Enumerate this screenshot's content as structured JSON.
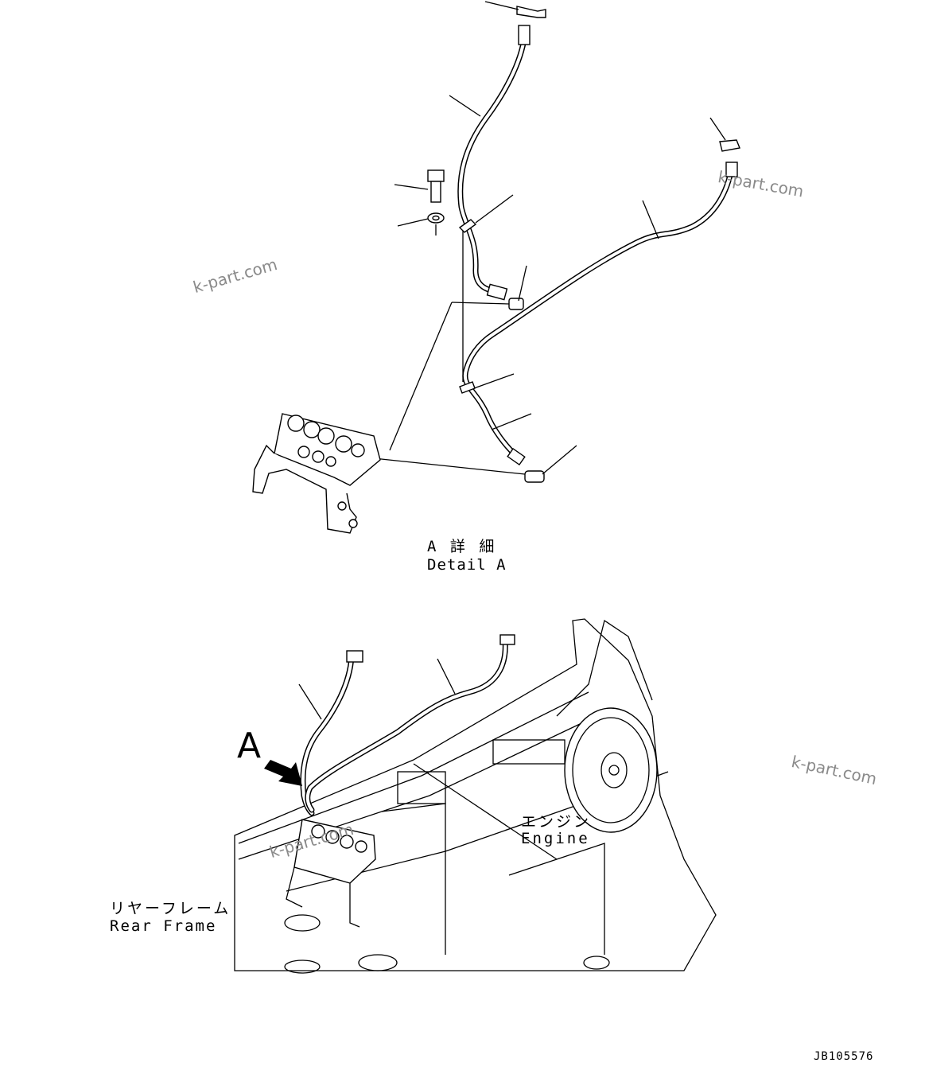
{
  "detail_view": {
    "title_jp": "A 詳 細",
    "title_en": "Detail A"
  },
  "overview": {
    "view_marker": "A",
    "engine_label_jp": "エンジン",
    "engine_label_en": "Engine",
    "rear_frame_label_jp": "リヤーフレーム",
    "rear_frame_label_en": "Rear Frame"
  },
  "watermarks": [
    "k-part.com",
    "k-part.com",
    "k-part.com",
    "k-part.com"
  ],
  "drawing_code": "JB105576",
  "colors": {
    "line": "#000000",
    "watermark": "#8a8a8a",
    "background": "#ffffff"
  }
}
